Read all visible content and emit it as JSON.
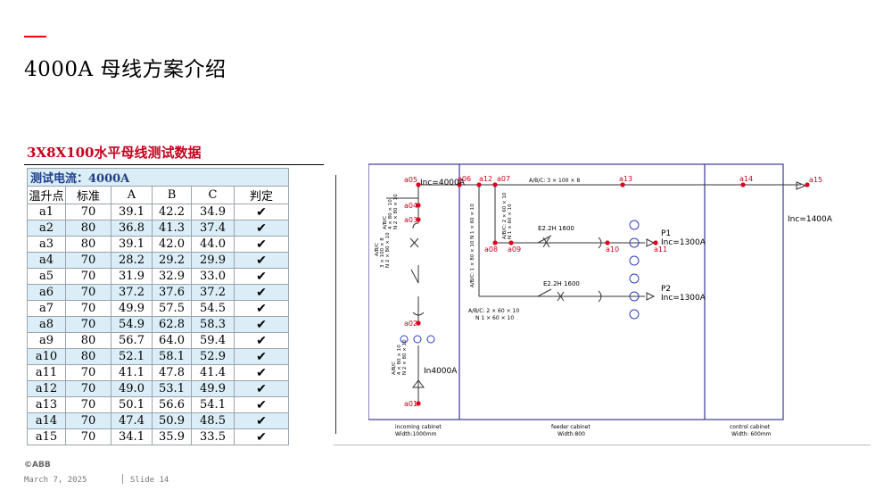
{
  "header": {
    "title": "4000A 母线方案介绍"
  },
  "table_section": {
    "title": "3X8X100水平母线测试数据",
    "banner": "测试电流：4000A",
    "columns": [
      "温升点",
      "标准",
      "A",
      "B",
      "C",
      "判定"
    ],
    "rows": [
      [
        "a1",
        "70",
        "39.1",
        "42.2",
        "34.9",
        "✔"
      ],
      [
        "a2",
        "80",
        "36.8",
        "41.3",
        "37.4",
        "✔"
      ],
      [
        "a3",
        "80",
        "39.1",
        "42.0",
        "44.0",
        "✔"
      ],
      [
        "a4",
        "70",
        "28.2",
        "29.2",
        "29.9",
        "✔"
      ],
      [
        "a5",
        "70",
        "31.9",
        "32.9",
        "33.0",
        "✔"
      ],
      [
        "a6",
        "70",
        "37.2",
        "37.6",
        "37.2",
        "✔"
      ],
      [
        "a7",
        "70",
        "49.9",
        "57.5",
        "54.5",
        "✔"
      ],
      [
        "a8",
        "70",
        "54.9",
        "62.8",
        "58.3",
        "✔"
      ],
      [
        "a9",
        "80",
        "56.7",
        "64.0",
        "59.4",
        "✔"
      ],
      [
        "a10",
        "80",
        "52.1",
        "58.1",
        "52.9",
        "✔"
      ],
      [
        "a11",
        "70",
        "41.1",
        "47.8",
        "41.4",
        "✔"
      ],
      [
        "a12",
        "70",
        "49.0",
        "53.1",
        "49.9",
        "✔"
      ],
      [
        "a13",
        "70",
        "50.1",
        "56.6",
        "54.1",
        "✔"
      ],
      [
        "a14",
        "70",
        "47.4",
        "50.9",
        "48.5",
        "✔"
      ],
      [
        "a15",
        "70",
        "34.1",
        "35.9",
        "33.5",
        "✔"
      ]
    ]
  },
  "diagram": {
    "labels": {
      "inc_main": "Inc=4000A",
      "inc_right": "Inc=1400A",
      "in_rating": "In4000A",
      "p1": "P1",
      "p1_inc": "Inc=1300A",
      "p2": "P2",
      "p2_inc": "Inc=1300A",
      "breaker1": "E2.2H 1600",
      "breaker2": "E2.2H 1600",
      "busbar_top": "A/B/C: 3 × 100 × 8",
      "incoming_left_a": "A/B/C",
      "incoming_left_b": "4 × 80 × 10",
      "incoming_left_c": "N 2 × 80 × 10",
      "incoming_mid_a": "A/B/C",
      "incoming_mid_b": "3 × 100 × 8",
      "incoming_mid_c": "N 2 × 80 × 10",
      "incoming_low_a": "A/B/C",
      "incoming_low_b": "4 × 80 × 10",
      "incoming_low_c": "N 2 × 80 × 10",
      "feeder_vert": "A/B/C: 1 × 80 × 10  N 1 × 60 × 10",
      "feeder_drop_a": "A/B/C: 2 × 60 × 10",
      "feeder_drop_b": "N 1 × 60 × 10",
      "feeder_low_a": "A/B/C: 2 × 60 × 10",
      "feeder_low_b": "N 1 × 60 × 10",
      "cab1_name": "incoming cabinet",
      "cab1_width": "Width:1000mm",
      "cab2_name": "feeder cabinet",
      "cab2_width": "Width:800",
      "cab3_name": "control cabinet",
      "cab3_width": "Width: 600mm"
    },
    "points": [
      "a01",
      "a02",
      "a03",
      "a04",
      "a05",
      "a06",
      "a07",
      "a08",
      "a09",
      "a10",
      "a11",
      "a12",
      "a13",
      "a14",
      "a15"
    ],
    "colors": {
      "point": "#e0001b",
      "point_label": "#c8001e",
      "symbol_blue": "#3040c0",
      "frame": "#3b3b9a"
    }
  },
  "footer": {
    "brand": "©ABB",
    "date": "March 7, 2025",
    "slide": "Slide 14"
  },
  "colors": {
    "accent": "#ff000f",
    "subtitle": "#c8001e",
    "row_alt": "#dbeef7",
    "banner_text": "#1f3f8a"
  }
}
